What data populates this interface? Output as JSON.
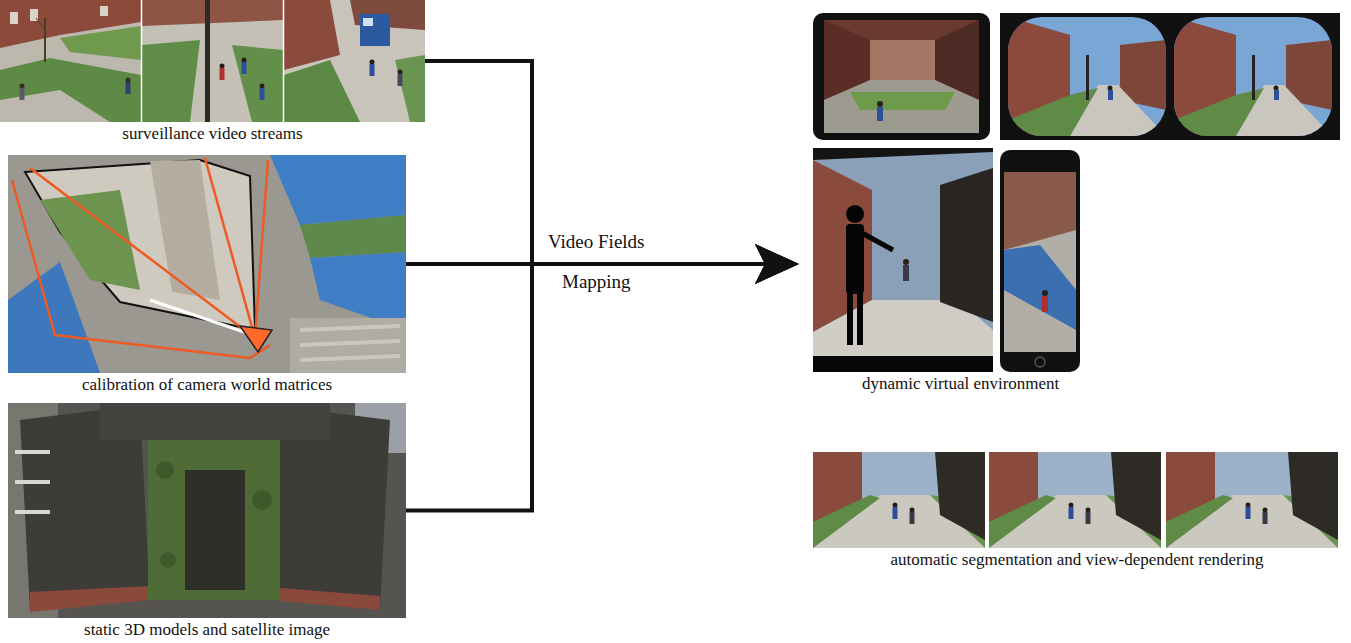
{
  "diagram": {
    "nodes": [
      {
        "text": [
          "surveillance video streams"
        ]
      },
      {
        "text": [
          "calibration of camera world matrices"
        ]
      },
      {
        "text": [
          "static 3D models and satellite image"
        ]
      },
      {
        "text": [
          "dynamic virtual environment"
        ]
      },
      {
        "text": [
          "automatic segmentation and view-dependent rendering"
        ]
      }
    ],
    "edges": [
      {
        "from": 0,
        "to": 3,
        "arrow": "to"
      },
      {
        "from": 1,
        "to": 3,
        "arrow": "to"
      },
      {
        "from": 2,
        "to": 3,
        "arrow": "to"
      }
    ],
    "labels": [
      "Video Fields",
      "Mapping"
    ]
  }
}
